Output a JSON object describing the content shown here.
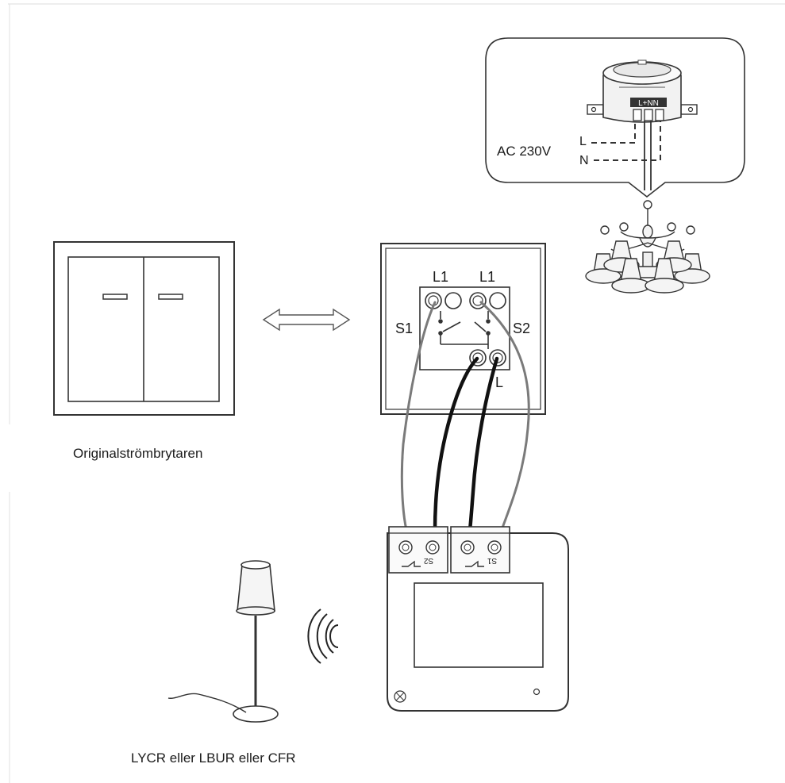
{
  "labels": {
    "ac_voltage": "AC 230V",
    "line_L": "L",
    "neutral_N": "N",
    "terminal_L1_left": "L1",
    "terminal_L1_right": "L1",
    "terminal_S1": "S1",
    "terminal_S2": "S2",
    "terminal_L": "L",
    "driver_terminals": "L+NN",
    "module_terminal_S2": "S2",
    "module_terminal_S1": "S1"
  },
  "captions": {
    "original_switch": "Originalströmbrytaren",
    "devices": "LYCR eller LBUR eller CFR"
  },
  "colors": {
    "stroke": "#222222",
    "wire_grey": "#7a7a7a",
    "wire_black": "#111111"
  }
}
